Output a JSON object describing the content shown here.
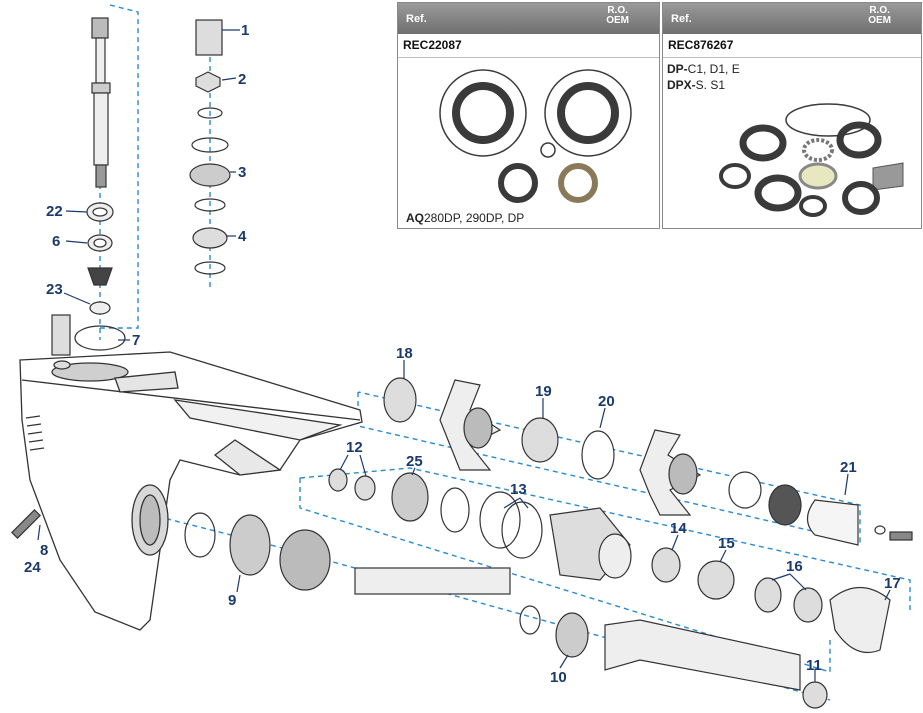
{
  "callouts": [
    "1",
    "2",
    "3",
    "4",
    "6",
    "7",
    "8",
    "9",
    "10",
    "11",
    "12",
    "13",
    "14",
    "15",
    "16",
    "17",
    "18",
    "19",
    "20",
    "21",
    "22",
    "23",
    "24",
    "25"
  ],
  "kits": [
    {
      "ref_label": "Ref.",
      "ro_label": "R.O.",
      "oem_label": "OEM",
      "code": "REC22087",
      "caption_bold": "AQ",
      "caption_rest": "280DP, 290DP, DP"
    },
    {
      "ref_label": "Ref.",
      "ro_label": "R.O.",
      "oem_label": "OEM",
      "code": "REC876267",
      "line1_bold": "DP-",
      "line1_rest": "C1, D1, E",
      "line2_bold": "DPX-",
      "line2_rest": "S. S1"
    }
  ],
  "colors": {
    "callout": "#1a3a6e",
    "leader": "#2a8bd4",
    "part_line": "#333333",
    "seal": "#3a3a3a",
    "red_oring": "#e0474c"
  }
}
